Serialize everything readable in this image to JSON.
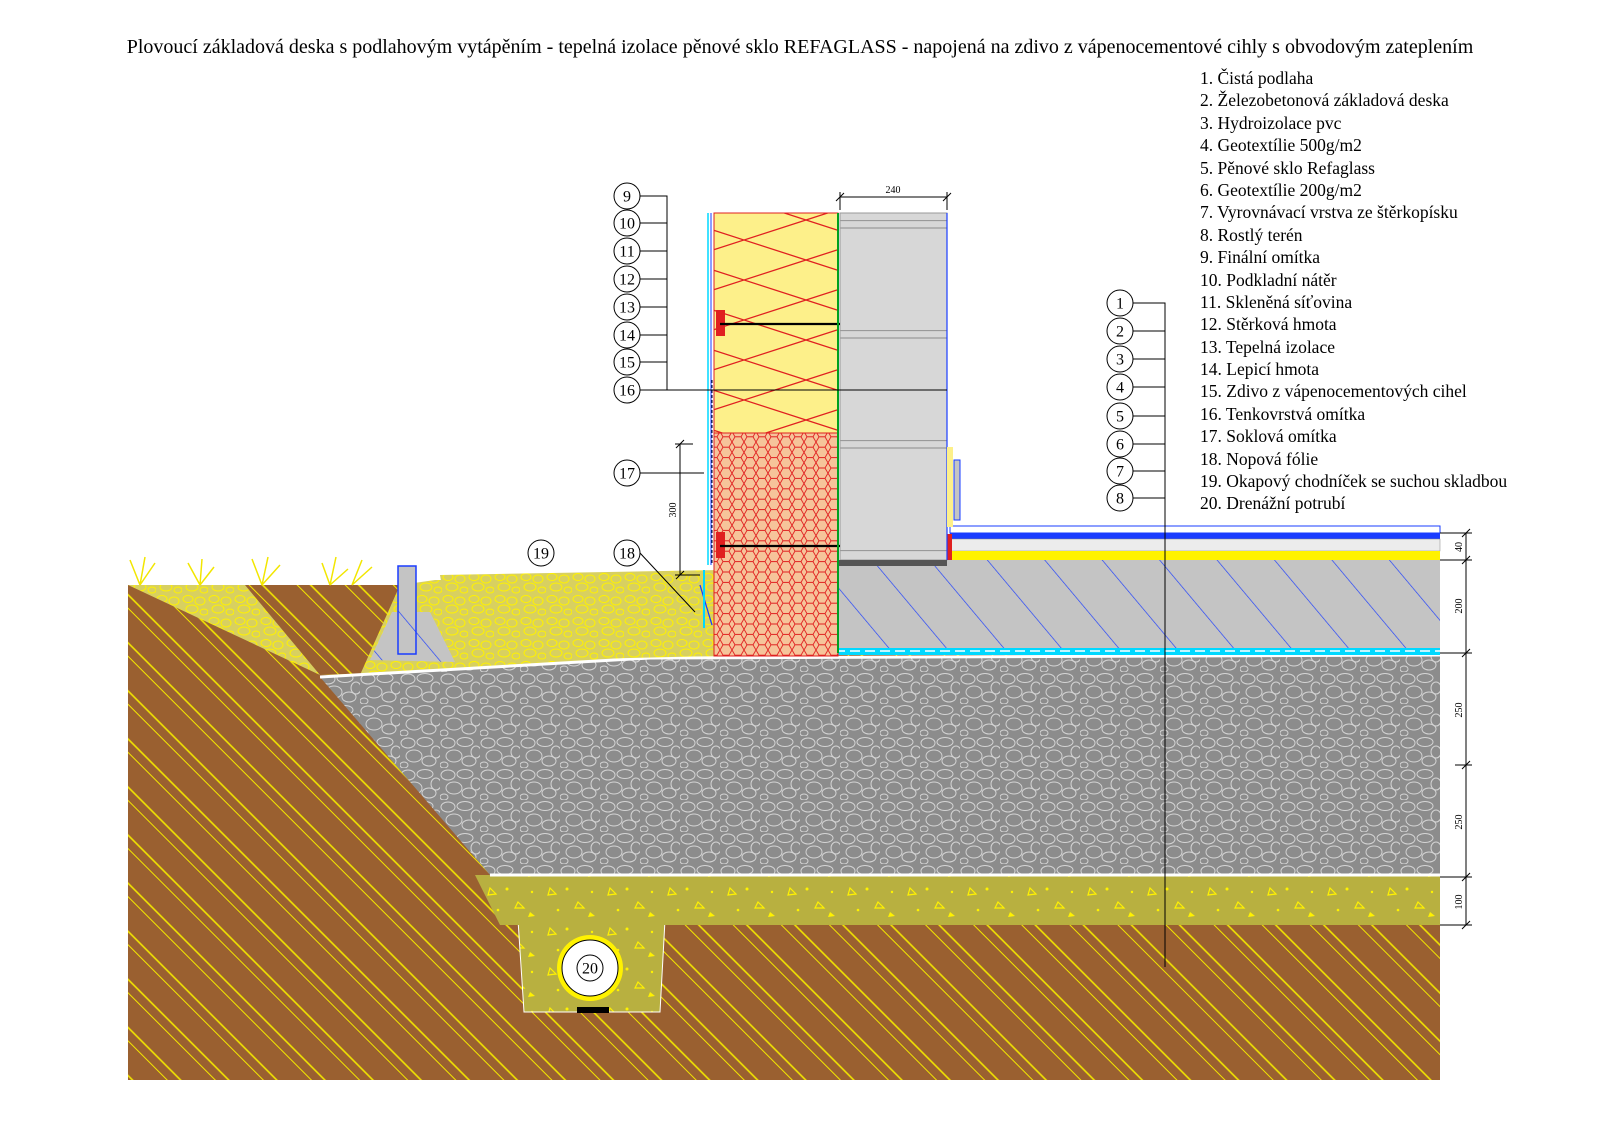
{
  "title": "Plovoucí základová deska s podlahovým vytápěním - tepelná izolace pěnové sklo REFAGLASS - napojená na zdivo z vápenocementové cihly s obvodovým zateplením",
  "legend": [
    "1. Čistá podlaha",
    "2. Železobetonová základová deska",
    "3. Hydroizolace pvc",
    "4. Geotextílie 500g/m2",
    "5. Pěnové sklo Refaglass",
    "6. Geotextílie 200g/m2",
    "7. Vyrovnávací vrstva ze štěrkopísku",
    "8. Rostlý terén",
    "9. Finální omítka",
    "10. Podkladní nátěr",
    "11. Skleněná síťovina",
    "12. Stěrková hmota",
    "13. Tepelná izolace",
    "14. Lepicí hmota",
    "15. Zdivo z vápenocementových cihel",
    "16. Tenkovrstvá omítka",
    "17. Soklová omítka",
    "18. Nopová fólie",
    "19. Okapový chodníček se suchou skladbou",
    "20. Drenážní potrubí"
  ],
  "callouts_left": [
    "9",
    "10",
    "11",
    "12",
    "13",
    "14",
    "15",
    "16"
  ],
  "callouts_right": [
    "1",
    "2",
    "3",
    "4",
    "5",
    "6",
    "7",
    "8"
  ],
  "callout_17": "17",
  "callout_18": "18",
  "callout_19": "19",
  "callout_20": "20",
  "dimensions": {
    "wall_width": "240",
    "plinth_height": "300",
    "floor": "40",
    "slab": "200",
    "gravel_upper": "250",
    "gravel_lower": "250",
    "sand": "100"
  },
  "colors": {
    "soil": "#9a6030",
    "soil_hatch": "#f2e600",
    "gravel": "#8c8c8c",
    "sand": "#b8b040",
    "concrete": "#c8c8c8",
    "insulation": "#fdf08a",
    "xps": "#f6c49a",
    "accent_red": "#e02020",
    "blue": "#1a3cff",
    "cyan": "#00d8ff"
  }
}
